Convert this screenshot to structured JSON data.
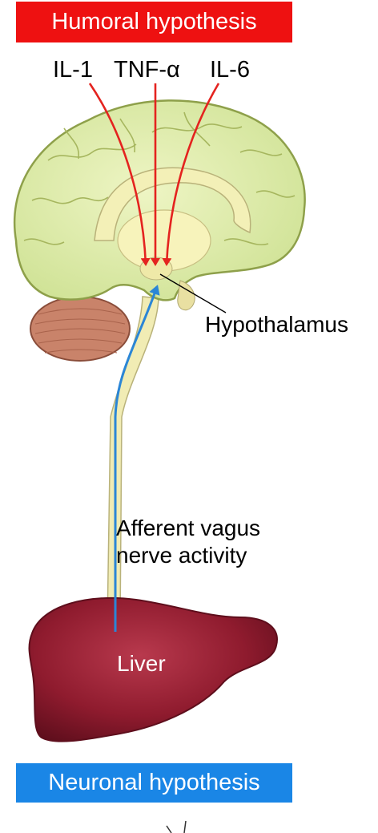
{
  "title_humoral": "Humoral hypothesis",
  "title_neuronal": "Neuronal hypothesis",
  "cytokines": [
    "IL-1",
    "TNF-α",
    "IL-6"
  ],
  "hypothalamus_label": "Hypothalamus",
  "vagus_label": [
    "Afferent vagus",
    "nerve activity"
  ],
  "liver_label": "Liver",
  "colors": {
    "humoral": "#ee1111",
    "neuronal": "#1a86e6",
    "humoral_arrow": "#e4231f",
    "neuronal_arrow": "#2b86d6",
    "brain": "#dcebaa",
    "brain_outline": "#8ea04a",
    "cerebellum": "#c9836a",
    "brainstem": "#f1ecb4",
    "liver": "#8f1b2e",
    "liver_shadow": "#5e0e1c"
  }
}
